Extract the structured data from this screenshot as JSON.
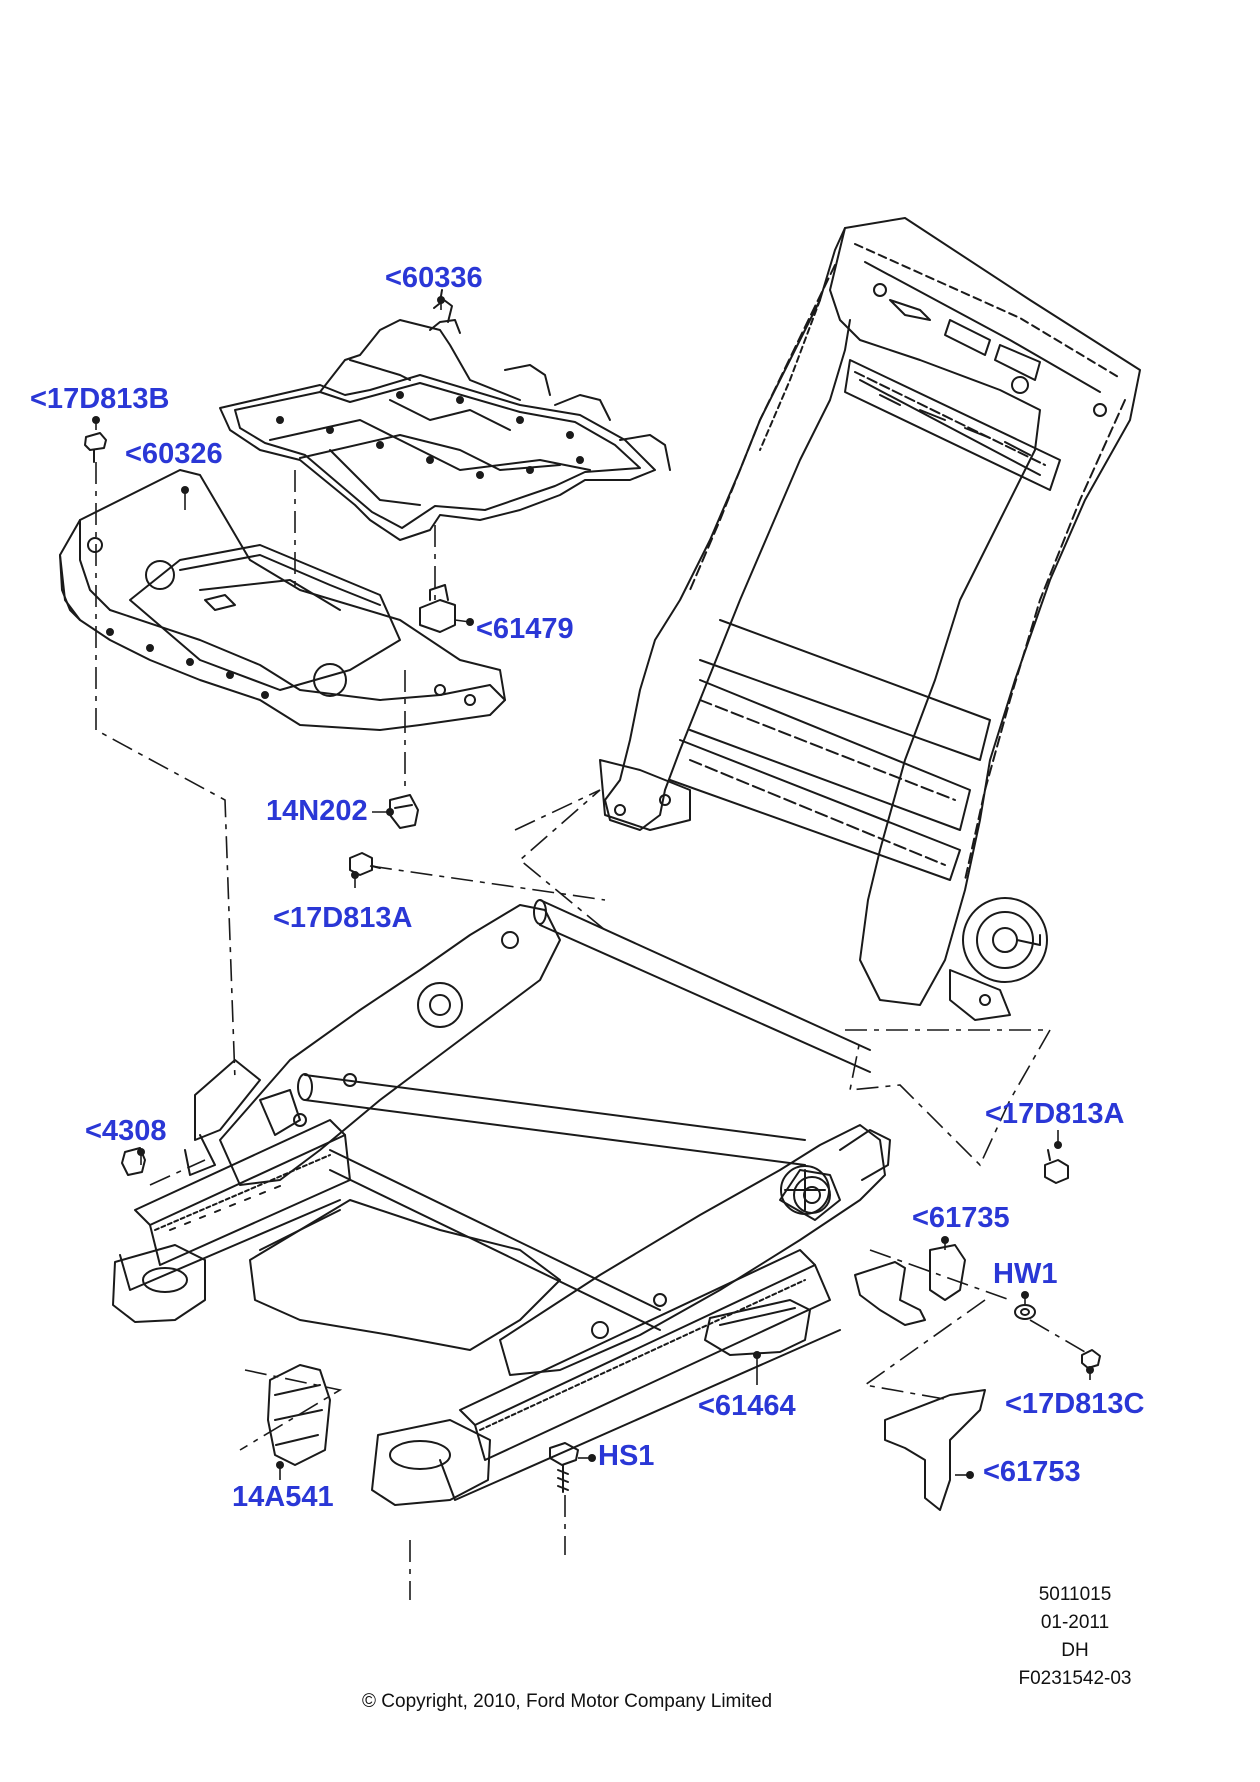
{
  "callouts": [
    {
      "id": "c60336",
      "label": "<60336"
    },
    {
      "id": "c17D813B",
      "label": "<17D813B"
    },
    {
      "id": "c60326",
      "label": "<60326"
    },
    {
      "id": "c61479",
      "label": "<61479"
    },
    {
      "id": "c14N202",
      "label": "14N202"
    },
    {
      "id": "c17D813A_1",
      "label": "<17D813A"
    },
    {
      "id": "c4308",
      "label": "<4308"
    },
    {
      "id": "c17D813A_2",
      "label": "<17D813A"
    },
    {
      "id": "c61735",
      "label": "<61735"
    },
    {
      "id": "cHW1",
      "label": "HW1"
    },
    {
      "id": "c17D813C",
      "label": "<17D813C"
    },
    {
      "id": "c61464",
      "label": "<61464"
    },
    {
      "id": "cHS1",
      "label": "HS1"
    },
    {
      "id": "c61753",
      "label": "<61753"
    },
    {
      "id": "c14A541",
      "label": "14A541"
    }
  ],
  "info": {
    "code": "5011015",
    "date": "01-2011",
    "initials": "DH",
    "figure": "F0231542-03"
  },
  "copyright": "© Copyright, 2010, Ford Motor Company Limited",
  "colors": {
    "callout": "#2a37d6",
    "line": "#1a1a1a"
  }
}
